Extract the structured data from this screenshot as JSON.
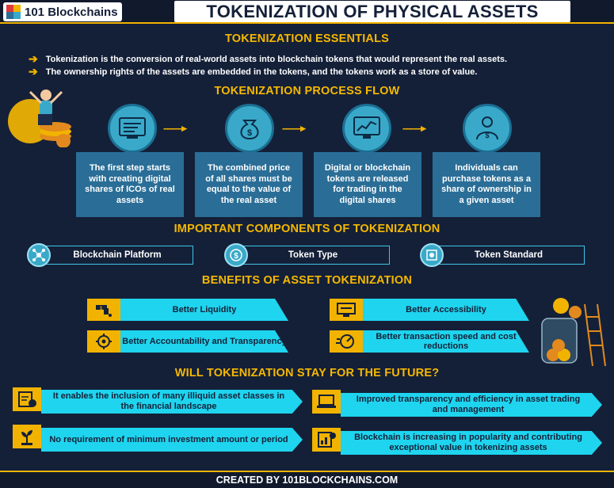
{
  "header": {
    "logo_text": "101 Blockchains",
    "title": "TOKENIZATION OF PHYSICAL ASSETS"
  },
  "essentials": {
    "heading": "TOKENIZATION ESSENTIALS",
    "bullets": [
      "Tokenization is the conversion of real-world assets into blockchain tokens that would represent the real assets.",
      "The ownership rights of the assets are embedded in the tokens, and the tokens work as a store of value."
    ]
  },
  "process": {
    "heading": "TOKENIZATION PROCESS FLOW",
    "steps": [
      {
        "icon": "document-checklist-icon",
        "text": "The first step starts with creating digital shares of ICOs of real assets"
      },
      {
        "icon": "money-bag-coins-icon",
        "text": "The combined price of all shares must be equal to the value of the real asset"
      },
      {
        "icon": "trading-chart-icon",
        "text": "Digital or blockchain tokens are released for trading in the digital shares"
      },
      {
        "icon": "investor-person-icon",
        "text": "Individuals can purchase tokens as a share of ownership in a given asset"
      }
    ]
  },
  "components": {
    "heading": "IMPORTANT COMPONENTS OF TOKENIZATION",
    "items": [
      {
        "icon": "blockchain-network-icon",
        "label": "Blockchain Platform"
      },
      {
        "icon": "token-type-icon",
        "label": "Token Type"
      },
      {
        "icon": "token-standard-icon",
        "label": "Token Standard"
      }
    ]
  },
  "benefits": {
    "heading": "BENEFITS OF ASSET TOKENIZATION",
    "items": [
      {
        "icon": "liquidity-faucet-icon",
        "label": "Better Liquidity"
      },
      {
        "icon": "accessibility-monitor-icon",
        "label": "Better Accessibility"
      },
      {
        "icon": "accountability-gear-icon",
        "label": "Better Accountability and Transparency"
      },
      {
        "icon": "speed-clock-icon",
        "label": "Better transaction speed and cost reductions"
      }
    ]
  },
  "future": {
    "heading": "WILL TOKENIZATION STAY FOR THE FUTURE?",
    "items": [
      {
        "icon": "document-dollar-icon",
        "text": "It enables the inclusion of many illiquid asset classes in the financial landscape"
      },
      {
        "icon": "laptop-efficiency-icon",
        "text": "Improved transparency and efficiency in asset trading and management"
      },
      {
        "icon": "plant-money-icon",
        "text": "No requirement of minimum investment amount or period"
      },
      {
        "icon": "popularity-chart-icon",
        "text": "Blockchain is increasing in popularity and contributing exceptional value in tokenizing assets"
      }
    ]
  },
  "footer": {
    "text": "CREATED BY 101BLOCKCHAINS.COM"
  },
  "colors": {
    "background": "#142038",
    "accent_yellow": "#f2b300",
    "cyan": "#1fd4ee",
    "step_box": "#2a6e97"
  }
}
